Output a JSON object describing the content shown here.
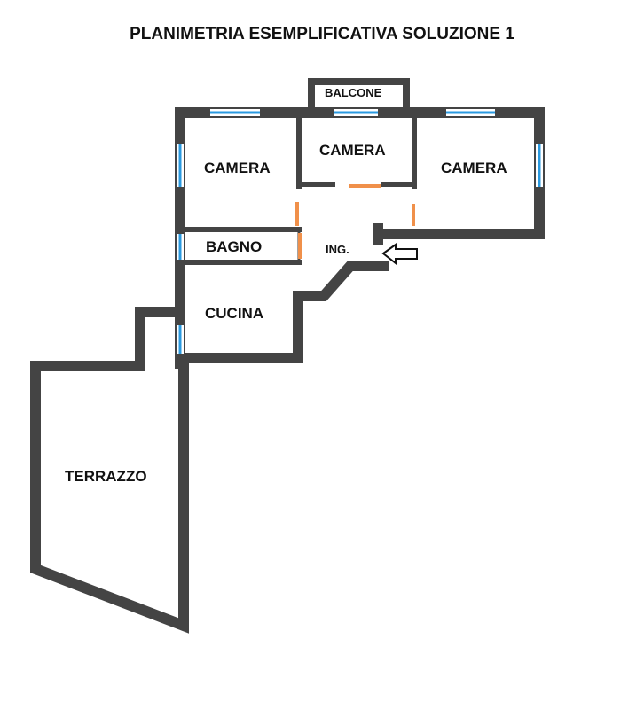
{
  "title": "PLANIMETRIA ESEMPLIFICATIVA SOLUZIONE 1",
  "rooms": {
    "balcone": "BALCONE",
    "camera_left": "CAMERA",
    "camera_middle": "CAMERA",
    "camera_right": "CAMERA",
    "bagno": "BAGNO",
    "ingresso": "ING.",
    "cucina": "CUCINA",
    "terrazzo": "TERRAZZO"
  },
  "colors": {
    "wall": "#444444",
    "window": "#2a9ae0",
    "door": "#f0904a"
  },
  "icons": [
    "entrance-arrow-icon"
  ]
}
